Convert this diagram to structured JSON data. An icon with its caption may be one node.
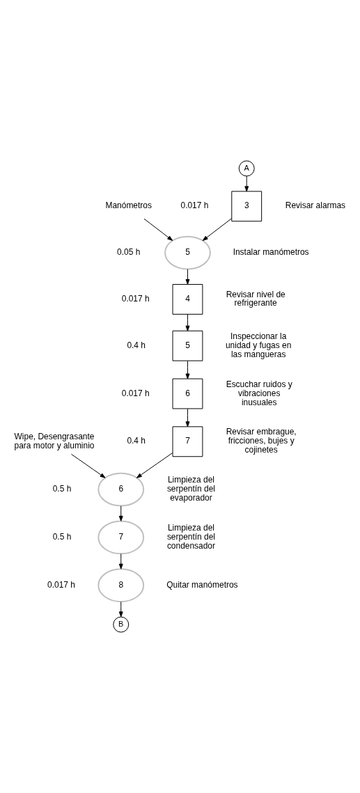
{
  "diagram": {
    "nodes": [
      {
        "text": [
          "A"
        ]
      },
      {
        "text": [
          "3"
        ],
        "beside": [
          "0.017 h",
          "Revisar alarmas"
        ]
      },
      {
        "text": [
          "Manómetros"
        ]
      },
      {
        "text": [
          "5"
        ],
        "beside": [
          "0.05 h",
          "Instalar manómetros"
        ]
      },
      {
        "text": [
          "4"
        ],
        "beside": [
          "0.017 h",
          "Revisar nivel de refrigerante"
        ]
      },
      {
        "text": [
          "5"
        ],
        "beside": [
          "0.4 h",
          "Inspeccionar la unidad y fugas en las mangueras"
        ]
      },
      {
        "text": [
          "6"
        ],
        "beside": [
          "0.017 h",
          "Escuchar ruidos y vibraciones inusuales"
        ]
      },
      {
        "text": [
          "7"
        ],
        "beside": [
          "0.4 h",
          "Revisar embrague, fricciones, bujes y cojinetes"
        ]
      },
      {
        "text": [
          "Wipe, Desengrasante para motor y aluminio"
        ]
      },
      {
        "text": [
          "6"
        ],
        "beside": [
          "0.5 h",
          "Limpieza del serpentín del evaporador"
        ]
      },
      {
        "text": [
          "7"
        ],
        "beside": [
          "0.5 h",
          "Limpieza del serpentín del condensador"
        ]
      },
      {
        "text": [
          "8"
        ],
        "beside": [
          "0.017 h",
          "Quitar manómetros"
        ]
      },
      {
        "text": [
          "B"
        ]
      }
    ],
    "edges": [
      {
        "from": 0,
        "to": 1,
        "arrow": "to"
      },
      {
        "from": 1,
        "to": 3,
        "arrow": "to"
      },
      {
        "from": 2,
        "to": 3,
        "arrow": "to"
      },
      {
        "from": 3,
        "to": 4,
        "arrow": "to"
      },
      {
        "from": 4,
        "to": 5,
        "arrow": "to"
      },
      {
        "from": 5,
        "to": 6,
        "arrow": "to"
      },
      {
        "from": 6,
        "to": 7,
        "arrow": "to"
      },
      {
        "from": 7,
        "to": 9,
        "arrow": "to"
      },
      {
        "from": 8,
        "to": 9,
        "arrow": "to"
      },
      {
        "from": 9,
        "to": 10,
        "arrow": "to"
      },
      {
        "from": 10,
        "to": 11,
        "arrow": "to"
      },
      {
        "from": 11,
        "to": 12,
        "arrow": "to"
      }
    ]
  }
}
